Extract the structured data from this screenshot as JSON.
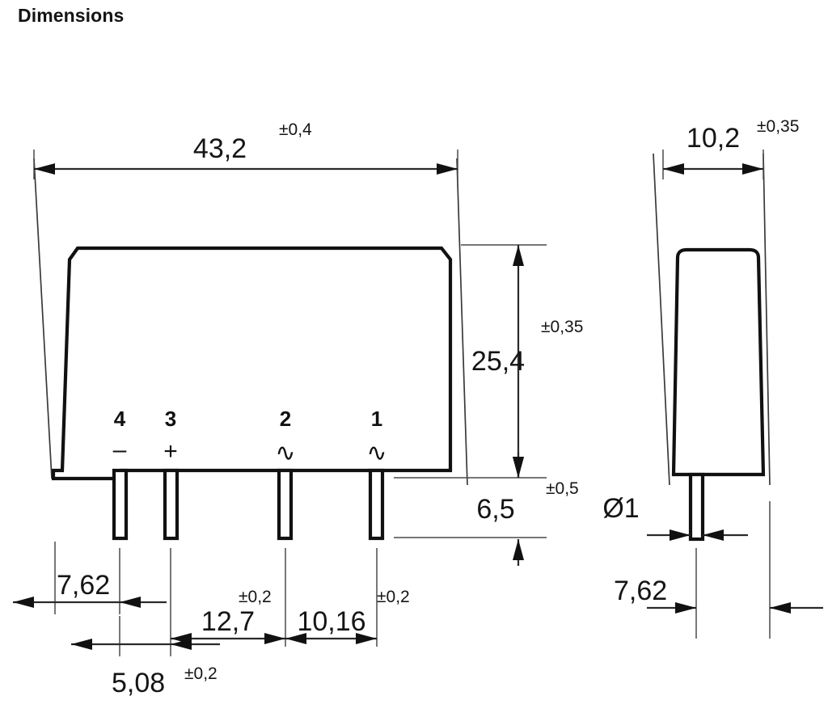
{
  "page": {
    "title": "Dimensions",
    "background_color": "#ffffff",
    "line_color": "#111111"
  },
  "drawing": {
    "type": "mechanical-dimension-drawing",
    "component": "bridge-rectifier-sil-package",
    "views": [
      {
        "name": "front-view",
        "position": "left"
      },
      {
        "name": "side-view",
        "position": "right"
      }
    ],
    "unit": "mm"
  },
  "front_view": {
    "dimensions": {
      "width": {
        "value": "43,2",
        "tolerance": "±0,4"
      },
      "height": {
        "value": "25,4",
        "tolerance": "±0,35"
      },
      "lead_length": {
        "value": "6,5",
        "tolerance": "±0,5"
      },
      "edge_to_pin4": {
        "value": "7,62",
        "tolerance": ""
      },
      "pin4_to_pin3": {
        "value": "5,08",
        "tolerance": "±0,2"
      },
      "pin3_to_pin2": {
        "value": "12,7",
        "tolerance": "±0,2"
      },
      "pin2_to_pin1": {
        "value": "10,16",
        "tolerance": "±0,2"
      }
    },
    "pins": [
      {
        "number": "4",
        "symbol": "–",
        "polarity": "negative"
      },
      {
        "number": "3",
        "symbol": "+",
        "polarity": "positive"
      },
      {
        "number": "2",
        "symbol": "∿",
        "polarity": "ac"
      },
      {
        "number": "1",
        "symbol": "∿",
        "polarity": "ac"
      }
    ]
  },
  "side_view": {
    "dimensions": {
      "depth": {
        "value": "10,2",
        "tolerance": "±0,35"
      },
      "lead_diameter": {
        "value": "Ø1",
        "tolerance": ""
      },
      "lead_offset": {
        "value": "7,62",
        "tolerance": ""
      }
    }
  }
}
